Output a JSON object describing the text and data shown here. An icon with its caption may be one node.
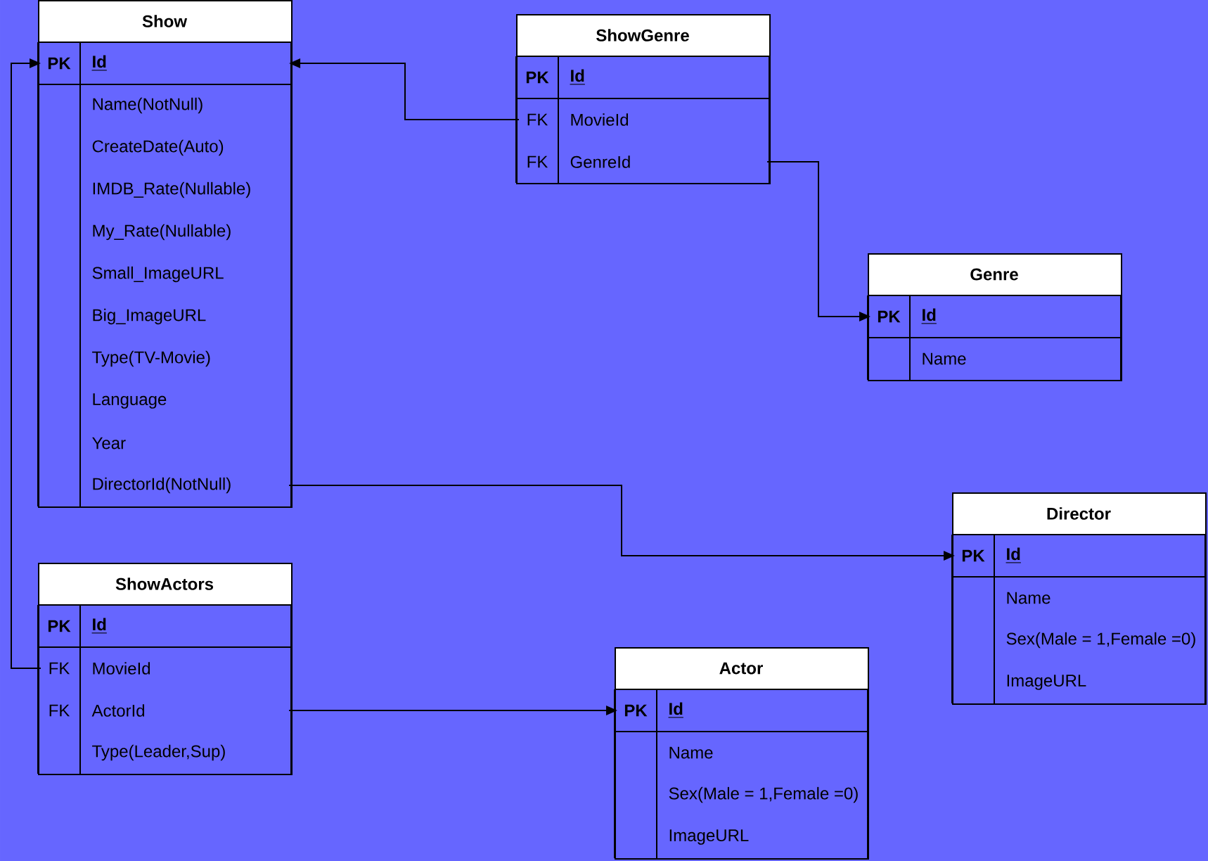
{
  "diagram": {
    "nodes": [
      {
        "text": [
          "Show"
        ]
      },
      {
        "text": [
          "PK",
          "Id"
        ],
        "in": 0
      },
      {
        "text": [
          "Name(NotNull)"
        ],
        "in": 0
      },
      {
        "text": [
          "CreateDate(Auto)"
        ],
        "in": 0
      },
      {
        "text": [
          "IMDB_Rate(Nullable)"
        ],
        "in": 0
      },
      {
        "text": [
          "My_Rate(Nullable)"
        ],
        "in": 0
      },
      {
        "text": [
          "Small_ImageURL"
        ],
        "in": 0
      },
      {
        "text": [
          "Big_ImageURL"
        ],
        "in": 0
      },
      {
        "text": [
          "Type(TV-Movie)"
        ],
        "in": 0
      },
      {
        "text": [
          "Language"
        ],
        "in": 0
      },
      {
        "text": [
          "Year"
        ],
        "in": 0
      },
      {
        "text": [
          "DirectorId(NotNull)"
        ],
        "in": 0
      },
      {
        "text": [
          "ShowGenre"
        ]
      },
      {
        "text": [
          "PK",
          "Id"
        ],
        "in": 12
      },
      {
        "text": [
          "FK",
          "MovieId"
        ],
        "in": 12
      },
      {
        "text": [
          "FK",
          "GenreId"
        ],
        "in": 12
      },
      {
        "text": [
          "Genre"
        ]
      },
      {
        "text": [
          "PK",
          "Id"
        ],
        "in": 16
      },
      {
        "text": [
          "Name"
        ],
        "in": 16
      },
      {
        "text": [
          "Director"
        ]
      },
      {
        "text": [
          "PK",
          "Id"
        ],
        "in": 19
      },
      {
        "text": [
          "Name"
        ],
        "in": 19
      },
      {
        "text": [
          "Sex(Male = 1,Female =0)"
        ],
        "in": 19
      },
      {
        "text": [
          "ImageURL"
        ],
        "in": 19
      },
      {
        "text": [
          "ShowActors"
        ]
      },
      {
        "text": [
          "PK",
          "Id"
        ],
        "in": 24
      },
      {
        "text": [
          "FK",
          "MovieId"
        ],
        "in": 24
      },
      {
        "text": [
          "FK",
          "ActorId"
        ],
        "in": 24
      },
      {
        "text": [
          "Type(Leader,Sup)"
        ],
        "in": 24
      },
      {
        "text": [
          "Actor"
        ]
      },
      {
        "text": [
          "PK",
          "Id"
        ],
        "in": 29
      },
      {
        "text": [
          "Name"
        ],
        "in": 29
      },
      {
        "text": [
          "Sex(Male = 1,Female =0)"
        ],
        "in": 29
      },
      {
        "text": [
          "ImageURL"
        ],
        "in": 29
      }
    ],
    "edges": [
      {
        "from": 14,
        "to": 1,
        "arrow": "to"
      },
      {
        "from": 15,
        "to": 17,
        "arrow": "to"
      },
      {
        "from": 11,
        "to": 20,
        "arrow": "to"
      },
      {
        "from": 26,
        "to": 1,
        "arrow": "to"
      },
      {
        "from": 27,
        "to": 30,
        "arrow": "to"
      }
    ]
  }
}
